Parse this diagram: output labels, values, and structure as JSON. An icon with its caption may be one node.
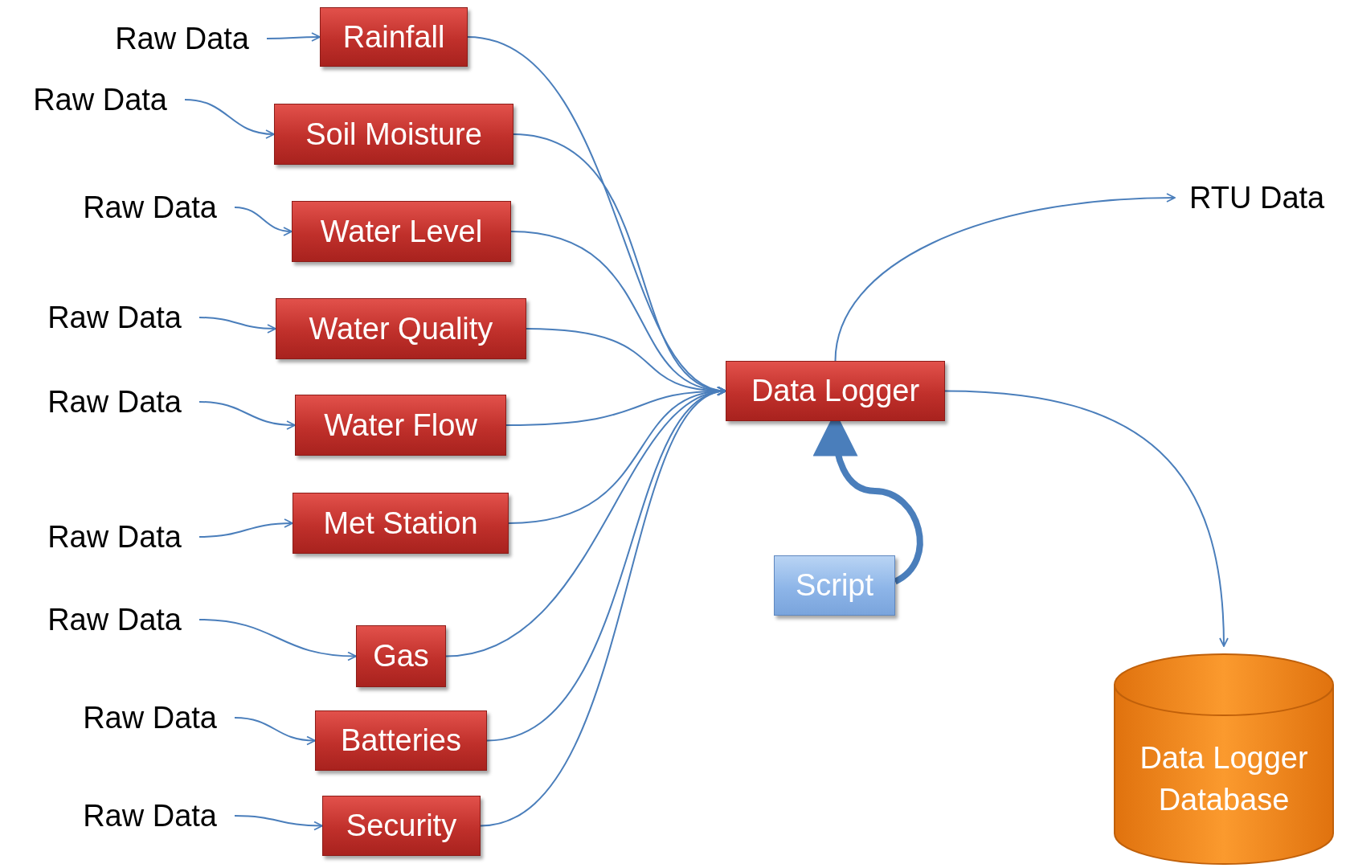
{
  "diagram": {
    "nodes": [
      {
        "text": [
          "Raw Data"
        ]
      },
      {
        "text": [
          "Rainfall"
        ]
      },
      {
        "text": [
          "Raw Data"
        ]
      },
      {
        "text": [
          "Soil Moisture"
        ]
      },
      {
        "text": [
          "Raw Data"
        ]
      },
      {
        "text": [
          "Water Level"
        ]
      },
      {
        "text": [
          "Raw Data"
        ]
      },
      {
        "text": [
          "Water Quality"
        ]
      },
      {
        "text": [
          "Raw Data"
        ]
      },
      {
        "text": [
          "Water Flow"
        ]
      },
      {
        "text": [
          "Raw Data"
        ]
      },
      {
        "text": [
          "Met Station"
        ]
      },
      {
        "text": [
          "Raw Data"
        ]
      },
      {
        "text": [
          "Gas"
        ]
      },
      {
        "text": [
          "Raw Data"
        ]
      },
      {
        "text": [
          "Batteries"
        ]
      },
      {
        "text": [
          "Raw Data"
        ]
      },
      {
        "text": [
          "Security"
        ]
      },
      {
        "text": [
          "Data Logger"
        ]
      },
      {
        "text": [
          "RTU Data"
        ]
      },
      {
        "text": [
          "Script"
        ]
      },
      {
        "text": [
          "Data Logger Database"
        ]
      }
    ],
    "edges": [
      {
        "from": 0,
        "to": 1,
        "arrow": "to"
      },
      {
        "from": 2,
        "to": 3,
        "arrow": "to"
      },
      {
        "from": 4,
        "to": 5,
        "arrow": "to"
      },
      {
        "from": 6,
        "to": 7,
        "arrow": "to"
      },
      {
        "from": 8,
        "to": 9,
        "arrow": "to"
      },
      {
        "from": 10,
        "to": 11,
        "arrow": "to"
      },
      {
        "from": 12,
        "to": 13,
        "arrow": "to"
      },
      {
        "from": 14,
        "to": 15,
        "arrow": "to"
      },
      {
        "from": 16,
        "to": 17,
        "arrow": "to"
      },
      {
        "from": 1,
        "to": 18,
        "arrow": "to"
      },
      {
        "from": 3,
        "to": 18,
        "arrow": "to"
      },
      {
        "from": 5,
        "to": 18,
        "arrow": "to"
      },
      {
        "from": 7,
        "to": 18,
        "arrow": "to"
      },
      {
        "from": 9,
        "to": 18,
        "arrow": "to"
      },
      {
        "from": 11,
        "to": 18,
        "arrow": "to"
      },
      {
        "from": 13,
        "to": 18,
        "arrow": "to"
      },
      {
        "from": 15,
        "to": 18,
        "arrow": "to"
      },
      {
        "from": 17,
        "to": 18,
        "arrow": "to"
      },
      {
        "from": 18,
        "to": 19,
        "arrow": "to"
      },
      {
        "from": 20,
        "to": 18,
        "arrow": "to",
        "style": "thick"
      },
      {
        "from": 18,
        "to": 21,
        "arrow": "to"
      }
    ]
  }
}
